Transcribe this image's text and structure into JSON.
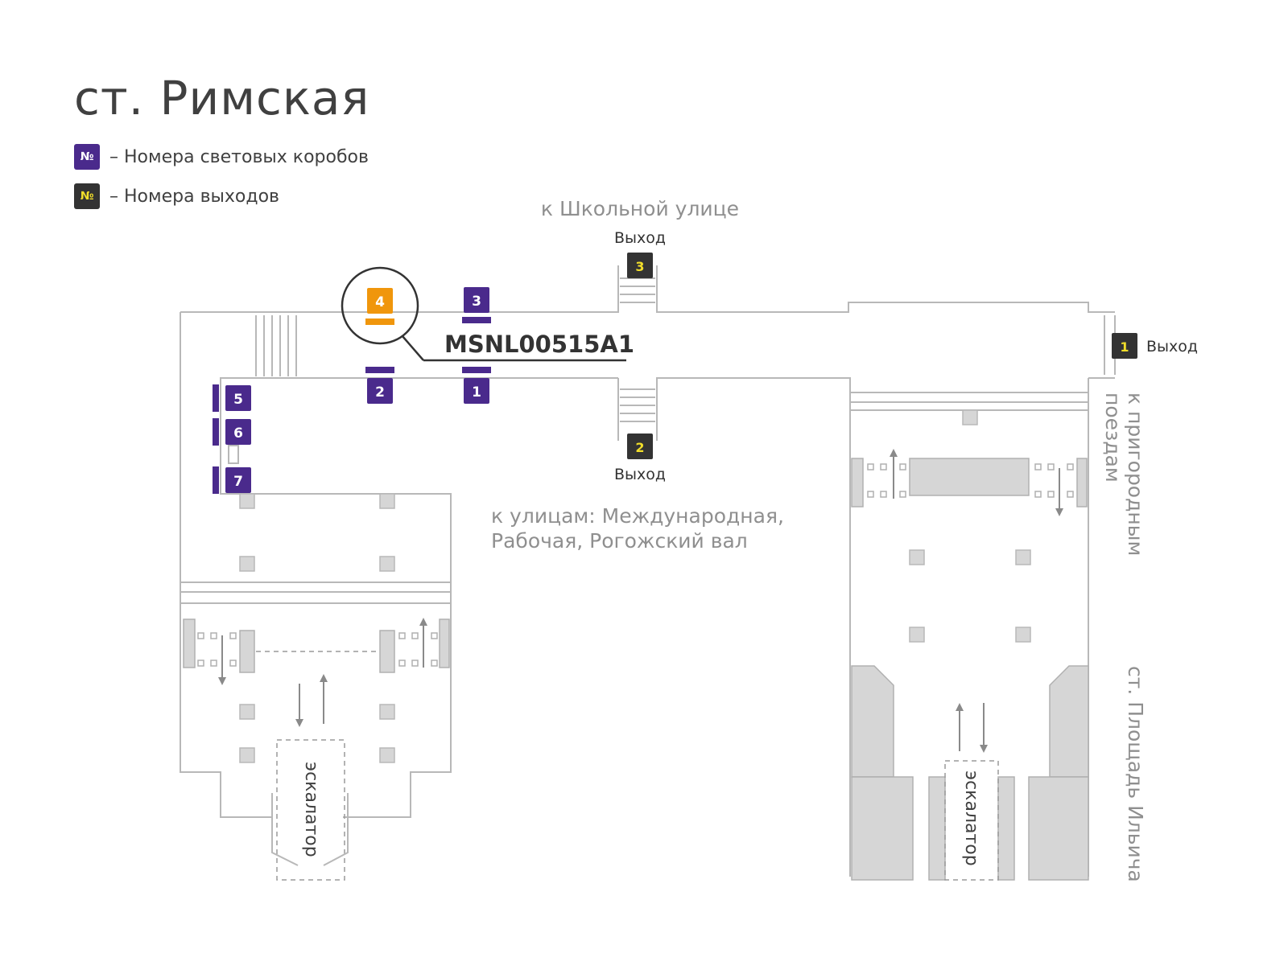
{
  "title": "ст. Римская",
  "legend": {
    "box_symbol": "№",
    "box_text": "– Номера световых коробов",
    "exit_symbol": "№",
    "exit_text": "– Номера выходов",
    "box_color": "#4a2a8c",
    "exit_color": "#333333",
    "exit_text_color": "#f1de2a",
    "selected_color": "#f0960c"
  },
  "map": {
    "directions": {
      "north": "к Школьной улице",
      "south_line1": "к улицам: Международная,",
      "south_line2": "Рабочая, Рогожский вал",
      "suburban_line1": "к пригородным",
      "suburban_line2": "поездам",
      "transfer": "ст. Площадь Ильича"
    },
    "exits": [
      {
        "num": "1",
        "label": "Выход"
      },
      {
        "num": "2",
        "label": "Выход"
      },
      {
        "num": "3",
        "label": "Выход"
      }
    ],
    "light_boxes": [
      "1",
      "2",
      "3",
      "5",
      "6",
      "7"
    ],
    "selected_box": {
      "num": "4",
      "code": "MSNL00515A1"
    },
    "escalator_label": "эскалатор",
    "escalator_label_2": "эскалатор"
  }
}
